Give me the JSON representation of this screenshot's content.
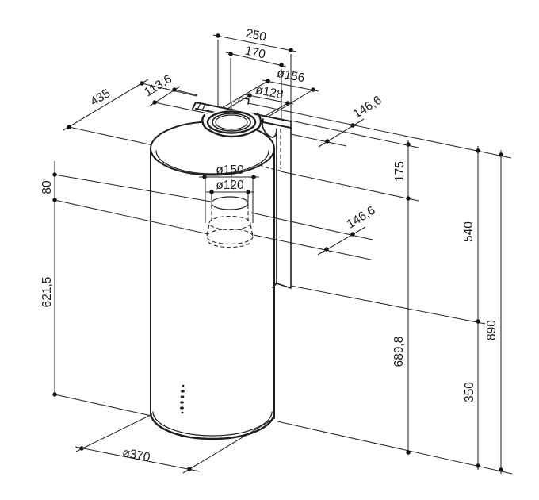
{
  "drawing": {
    "title": "Cylindrical wall-mounted range hood — installation dimensions",
    "units": "mm",
    "labels": {
      "top_bracket_width": "250",
      "duct_offset_width": "170",
      "collar_outer_diameter": "ø156",
      "collar_inner_diameter": "ø128",
      "top_depth": "435",
      "front_offset_depth": "113,6",
      "wall_to_duct_upper": "146,6",
      "wall_to_duct_lower": "146,6",
      "adapter_height": "80",
      "upper_body_height": "621,5",
      "adapter_outer_diameter": "ø150",
      "adapter_inner_diameter": "ø120",
      "collar_drop_height": "175",
      "wall_section_height": "540",
      "total_height": "890",
      "lower_body_height": "689,8",
      "bottom_section_height": "350",
      "body_diameter": "ø370"
    },
    "colors": {
      "line": "#1e1e1e",
      "background": "#ffffff"
    }
  }
}
